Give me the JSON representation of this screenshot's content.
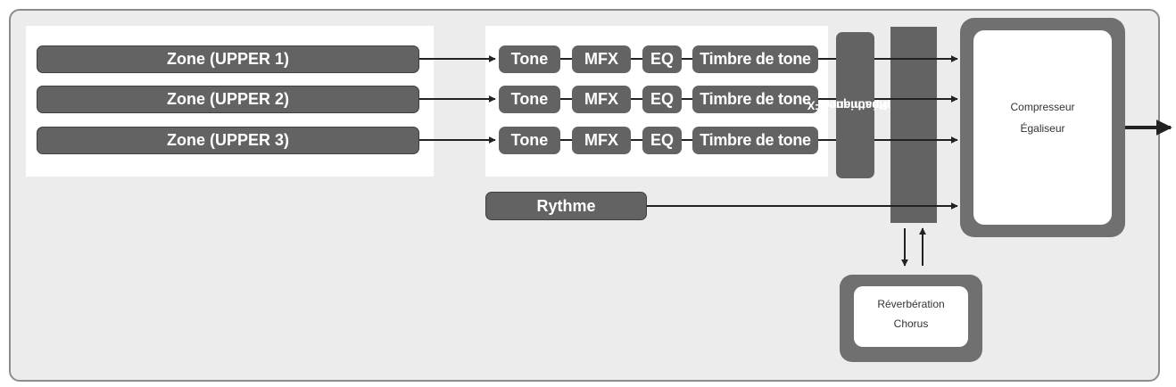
{
  "zones": [
    "Zone (UPPER 1)",
    "Zone (UPPER 2)",
    "Zone (UPPER 3)"
  ],
  "chain": {
    "tone": "Tone",
    "mfx": "MFX",
    "eq": "EQ",
    "timbre": "Timbre de tone"
  },
  "resonance": {
    "line1": "Résonance",
    "line2": "sympathique/IFX"
  },
  "rhythm": "Rythme",
  "compressor": {
    "line1": "Compresseur",
    "line2": "Égaliseur"
  },
  "reverb": {
    "line1": "Réverbération",
    "line2": "Chorus"
  },
  "colors": {
    "block": "#636363",
    "frame_bg": "#ececec",
    "panel_bg": "#ffffff",
    "line": "#222222"
  }
}
